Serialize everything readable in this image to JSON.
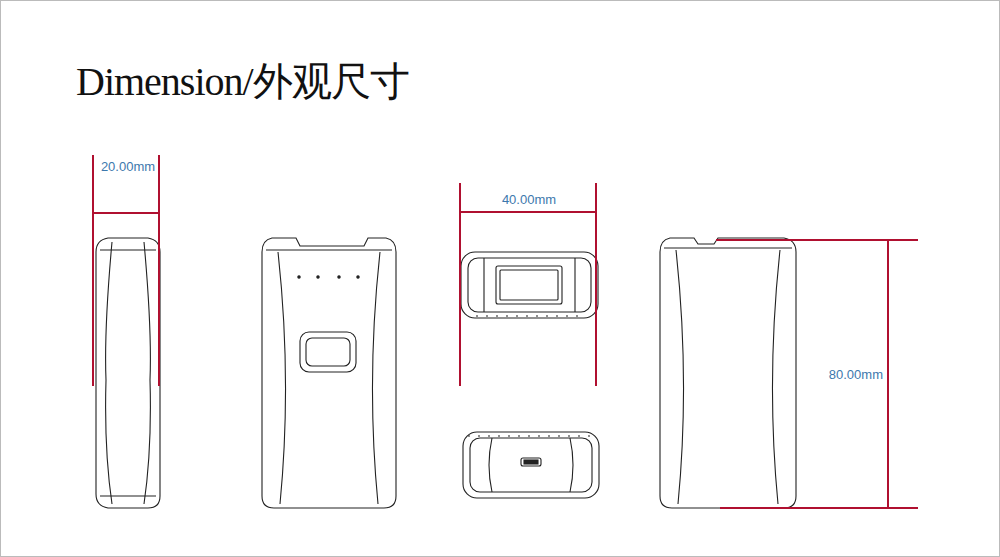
{
  "diagram": {
    "title": "Dimension/外观尺寸",
    "labels": [
      "20.00mm",
      "40.00mm",
      "80.00mm"
    ]
  }
}
